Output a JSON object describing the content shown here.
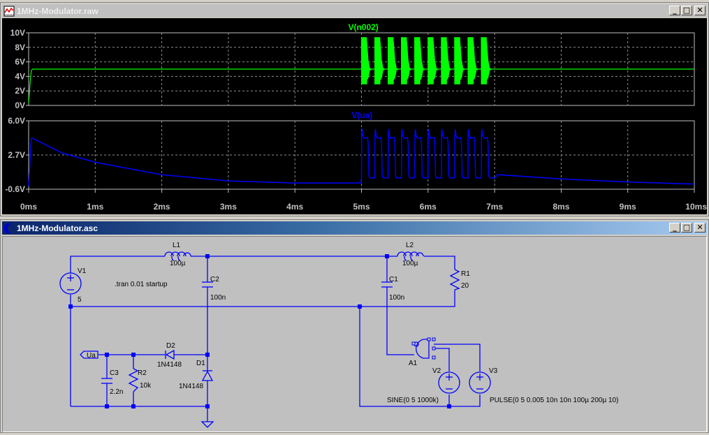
{
  "waveform_window": {
    "title": "1MHz-Modulator.raw",
    "controls": {
      "minimize": "_",
      "maximize": "□",
      "close": "✕"
    }
  },
  "schematic_window": {
    "title": "1MHz-Modulator.asc",
    "controls": {
      "minimize": "_",
      "maximize": "□",
      "close": "✕"
    }
  },
  "chart_data": [
    {
      "type": "line",
      "title": "V(n002)",
      "color": "#00ff00",
      "xlabel": "",
      "ylabel": "",
      "xlim": [
        0,
        10
      ],
      "x_unit": "ms",
      "ylim": [
        0,
        10
      ],
      "yticks": [
        0,
        2,
        4,
        6,
        8,
        10
      ],
      "ytick_labels": [
        "0V",
        "2V",
        "4V",
        "6V",
        "8V",
        "10V"
      ],
      "grid": true,
      "description": "Rises from 0V to ~5V at t≈0.05ms and stays at 5V; from 5ms to 7ms ten 1MHz bursts oscillating between ~2.9V and ~9.4V, each 100µs burst every 200µs, then back to 5V",
      "x": [
        0,
        0.02,
        0.04,
        0.06,
        0.1,
        4.99,
        5.0,
        7.0,
        7.05,
        10
      ],
      "y": [
        0.3,
        2.9,
        4.8,
        5.0,
        5.0,
        5.0,
        5.0,
        5.0,
        5.0,
        5.0
      ],
      "bursts": {
        "start_ms": 5.0,
        "period_ms": 0.2,
        "width_ms": 0.1,
        "count": 10,
        "min_v": 2.9,
        "max_v": 9.4,
        "center_v": 5.0
      }
    },
    {
      "type": "line",
      "title": "V(ua)",
      "color": "#0000ff",
      "xlabel": "",
      "ylabel": "",
      "xlim": [
        0,
        10
      ],
      "x_unit": "ms",
      "ylim": [
        -0.6,
        6.0
      ],
      "yticks": [
        -0.6,
        2.7,
        6.0
      ],
      "ytick_labels": [
        "-0.6V",
        "2.7V",
        "6.0V"
      ],
      "grid": true,
      "description": "Jumps to ~4.3V at t≈0.05ms then decays exponentially to ~0V by 5ms; 5–7ms: ten pulses between ~0.5V and ~4.3V (peaks ~5.2V), then decays from ~0.8V to ~-0.1V",
      "x": [
        0,
        0.04,
        0.06,
        0.5,
        1,
        2,
        3,
        4,
        4.99,
        7.0,
        7.05,
        8,
        9,
        10
      ],
      "y": [
        -0.3,
        4.3,
        4.3,
        2.9,
        2.0,
        0.8,
        0.2,
        0.0,
        0.0,
        0.5,
        0.8,
        0.4,
        0.1,
        -0.1
      ],
      "pulses": {
        "start_ms": 5.0,
        "period_ms": 0.2,
        "width_ms": 0.1,
        "count": 10,
        "low_v": 0.5,
        "high_v": 4.3,
        "peak_v": 5.2
      }
    }
  ],
  "x_axis": {
    "ticks": [
      0,
      1,
      2,
      3,
      4,
      5,
      6,
      7,
      8,
      9,
      10
    ],
    "tick_labels": [
      "0ms",
      "1ms",
      "2ms",
      "3ms",
      "4ms",
      "5ms",
      "6ms",
      "7ms",
      "8ms",
      "9ms",
      "10ms"
    ]
  },
  "schematic": {
    "wire_color": "#0000ff",
    "directive": ".tran 0.01 startup",
    "components": {
      "V1": {
        "name": "V1",
        "value": "5"
      },
      "L1": {
        "name": "L1",
        "value": "100µ"
      },
      "C2": {
        "name": "C2",
        "value": "100n"
      },
      "L2": {
        "name": "L2",
        "value": "100µ"
      },
      "C1": {
        "name": "C1",
        "value": "100n"
      },
      "R1": {
        "name": "R1",
        "value": "20"
      },
      "D2": {
        "name": "D2",
        "value": "1N4148"
      },
      "D1": {
        "name": "D1",
        "value": "1N4148"
      },
      "C3": {
        "name": "C3",
        "value": "2.2n"
      },
      "R2": {
        "name": "R2",
        "value": "10k"
      },
      "A1": {
        "name": "A1"
      },
      "V2": {
        "name": "V2",
        "value": "SINE(0 5 1000k)"
      },
      "V3": {
        "name": "V3",
        "value": "PULSE(0 5 0.005 10n 10n 100µ 200µ 10)"
      }
    },
    "net_label": "Ua"
  }
}
